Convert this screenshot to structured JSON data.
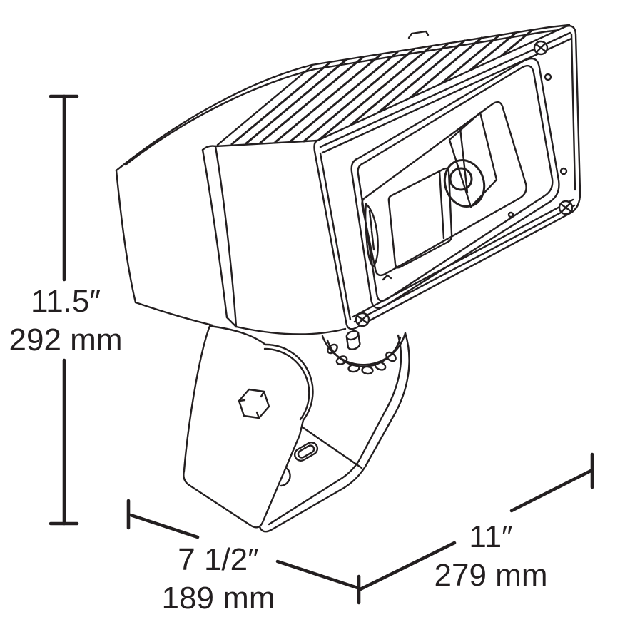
{
  "dimensions": {
    "height": {
      "imperial": "11.5″",
      "metric": "292 mm"
    },
    "width": {
      "imperial": "7 1/2″",
      "metric": "189 mm"
    },
    "depth": {
      "imperial": "11″",
      "metric": "279 mm"
    }
  },
  "style": {
    "line_color": "#231f20",
    "background_color": "#ffffff"
  }
}
